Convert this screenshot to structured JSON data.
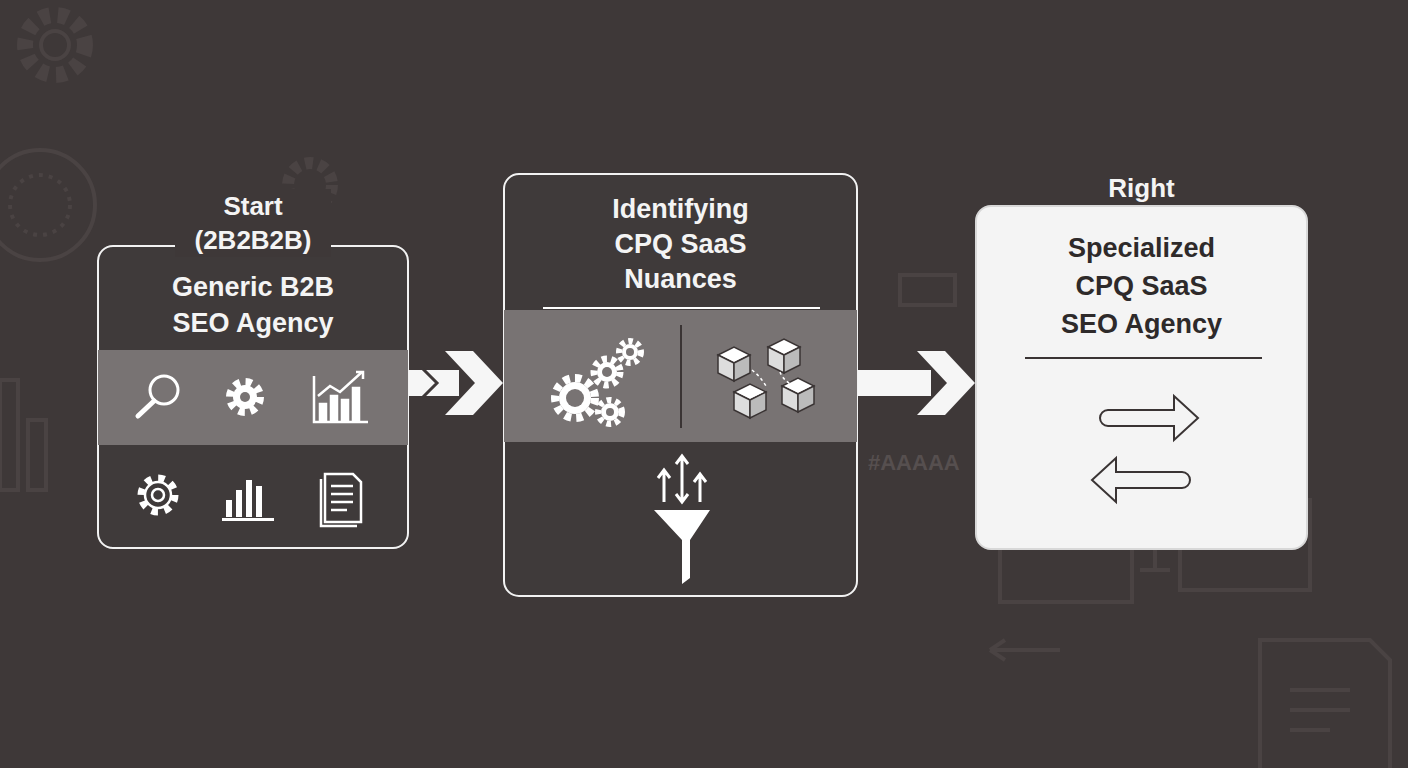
{
  "diagram": {
    "nodes": [
      {
        "text": [
          "Start (2B2B2B)",
          "Generic B2B SEO Agency"
        ]
      },
      {
        "text": [
          "Identifying CPQ SaaS Nuances"
        ]
      },
      {
        "text": [
          "Right",
          "Specialized CPQ SaaS SEO Agency"
        ]
      }
    ],
    "edges": [
      {
        "from": 0,
        "to": 1,
        "arrow": "to"
      },
      {
        "from": 1,
        "to": 2,
        "arrow": "to"
      }
    ],
    "labels": [
      "#AAAAA"
    ]
  }
}
